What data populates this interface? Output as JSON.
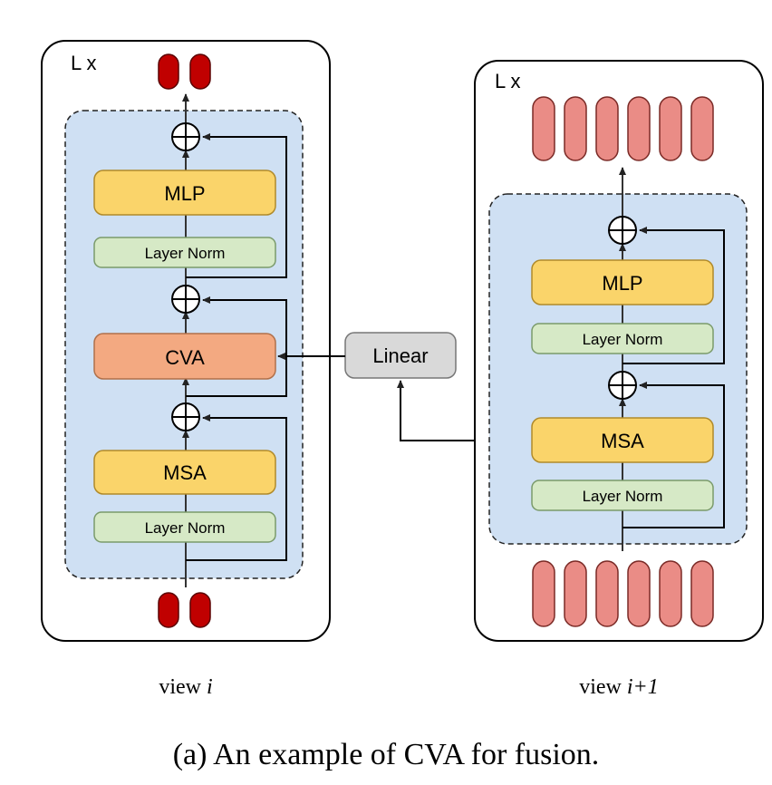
{
  "colors": {
    "panel_fill": "#cfe0f3",
    "mlp_fill": "#fad46a",
    "msa_fill": "#fad46a",
    "cva_fill": "#f3a981",
    "norm_fill": "#d6e9c6",
    "linear_fill": "#d9d9d9",
    "token_dark": "#c00000",
    "token_light": "#ea8c86"
  },
  "left": {
    "repeat_label": "L x",
    "mlp": "MLP",
    "norm_top": "Layer Norm",
    "cva": "CVA",
    "msa": "MSA",
    "norm_bottom": "Layer Norm",
    "view_prefix": "view ",
    "view_index": "i"
  },
  "right": {
    "repeat_label": "L x",
    "mlp": "MLP",
    "norm_top": "Layer Norm",
    "msa": "MSA",
    "norm_bottom": "Layer Norm",
    "view_prefix": "view ",
    "view_index": "i+1"
  },
  "linear": "Linear",
  "caption": "(a) An example of CVA for fusion."
}
